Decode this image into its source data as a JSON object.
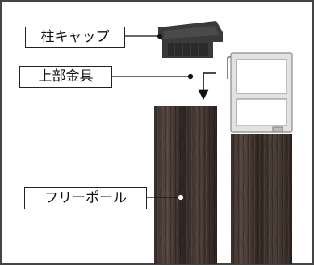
{
  "labels": {
    "cap": "柱キャップ",
    "bracket": "上部金具",
    "pole": "フリーポール"
  },
  "colors": {
    "frame_border": "#444444",
    "wood_dark": "#2f2622",
    "wood_mid": "#4d3f38",
    "metal": "#d9d9d9",
    "cap": "#3a3a3a"
  }
}
